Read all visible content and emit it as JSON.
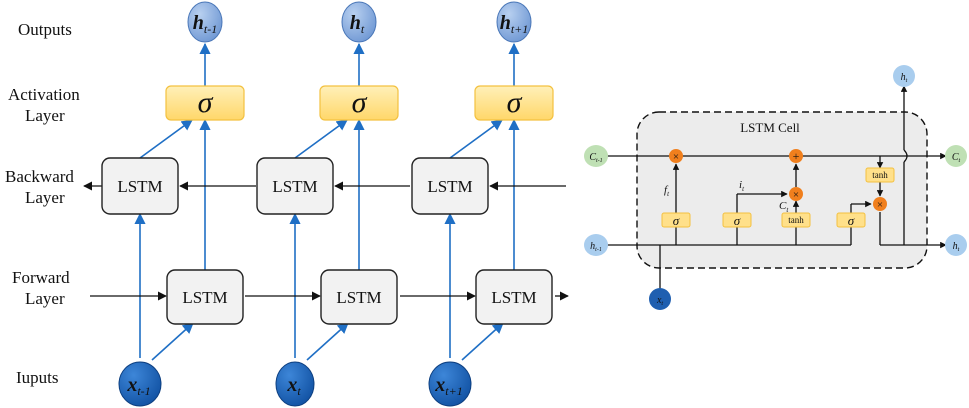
{
  "row_labels": {
    "outputs": "Outputs",
    "activation_1": "Activation",
    "activation_2": "Layer",
    "backward_1": "Backward",
    "backward_2": "Layer",
    "forward_1": "Forward",
    "forward_2": "Layer",
    "inputs": "Iuputs"
  },
  "lstm_label": "LSTM",
  "sigma_symbol": "σ",
  "outputs": [
    {
      "base": "h",
      "sub": "t-1"
    },
    {
      "base": "h",
      "sub": "t"
    },
    {
      "base": "h",
      "sub": "t+1"
    }
  ],
  "inputs": [
    {
      "base": "x",
      "sub": "t-1"
    },
    {
      "base": "x",
      "sub": "t"
    },
    {
      "base": "x",
      "sub": "t+1"
    }
  ],
  "cell": {
    "title": "LSTM Cell",
    "c_prev": {
      "base": "C",
      "sub": "t-1"
    },
    "c_next": {
      "base": "C",
      "sub": "t"
    },
    "h_prev": {
      "base": "h",
      "sub": "t-1"
    },
    "h_next": {
      "base": "h",
      "sub": "t"
    },
    "h_top": {
      "base": "h",
      "sub": "t"
    },
    "x_in": {
      "base": "x",
      "sub": "t"
    },
    "f_label": {
      "base": "f",
      "sub": "t"
    },
    "i_label": {
      "base": "i",
      "sub": "t"
    },
    "ct_label": {
      "base": "C",
      "sub": "t"
    },
    "sigma": "σ",
    "tanh": "tanh",
    "times": "×",
    "plus": "+"
  },
  "colors": {
    "arrow_blue": "#1f6fc5",
    "output_node": "#7ea6dc",
    "input_node": "#1565c0",
    "sigma_box": "#ffe08a",
    "sigma_box_stroke": "#f3c140",
    "lstm_box": "#f2f2f2",
    "cell_bg": "#ececec",
    "op_orange": "#f07f1d",
    "c_green": "#bfe0b4",
    "h_light_blue": "#a9cdee",
    "x_dark_blue": "#1f5fb0"
  }
}
